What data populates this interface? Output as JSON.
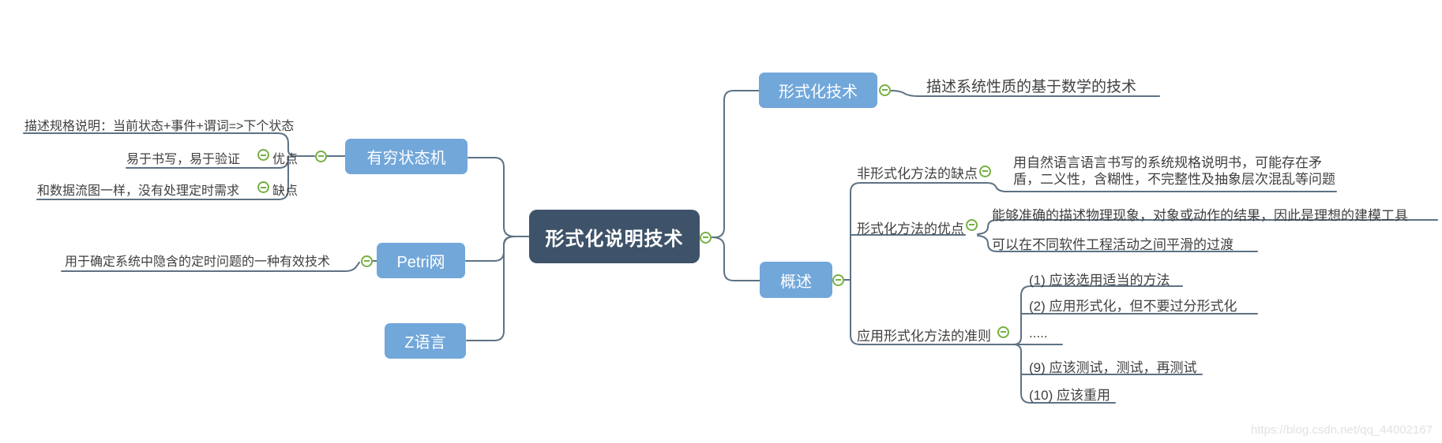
{
  "central": {
    "label": "形式化说明技术"
  },
  "left": {
    "fsm": {
      "label": "有穷状态机",
      "desc": "描述规格说明：当前状态+事件+谓词=>下个状态",
      "pro_text": "易于书写，易于验证",
      "pro_label": "优点",
      "con_text": "和数据流图一样，没有处理定时需求",
      "con_label": "缺点"
    },
    "petri": {
      "label": "Petri网",
      "desc": "用于确定系统中隐含的定时问题的一种有效技术"
    },
    "z": {
      "label": "Z语言"
    }
  },
  "right": {
    "formal_tech": {
      "label": "形式化技术",
      "desc": "描述系统性质的基于数学的技术"
    },
    "overview": {
      "label": "概述",
      "informal_cons": {
        "label": "非形式化方法的缺点",
        "desc": "用自然语言语言书写的系统规格说明书，可能存在矛盾，二义性，含糊性，不完整性及抽象层次混乱等问题"
      },
      "formal_pros": {
        "label": "形式化方法的优点",
        "items": [
          "能够准确的描述物理现象，对象或动作的结果，因此是理想的建模工具",
          "可以在不同软件工程活动之间平滑的过渡"
        ]
      },
      "guidelines": {
        "label": "应用形式化方法的准则",
        "items": [
          "(1) 应该选用适当的方法",
          "(2) 应用形式化，但不要过分形式化",
          ".....",
          "(9) 应该测试，测试，再测试",
          "(10) 应该重用"
        ]
      }
    }
  },
  "watermark": "https://blog.csdn.net/qq_44002167",
  "colors": {
    "central_bg": "#3e5369",
    "topic_bg": "#72a7da",
    "line": "#5d7284",
    "icon_green": "#76b043",
    "text": "#3f3f3f",
    "watermark": "#e2e2e2"
  }
}
